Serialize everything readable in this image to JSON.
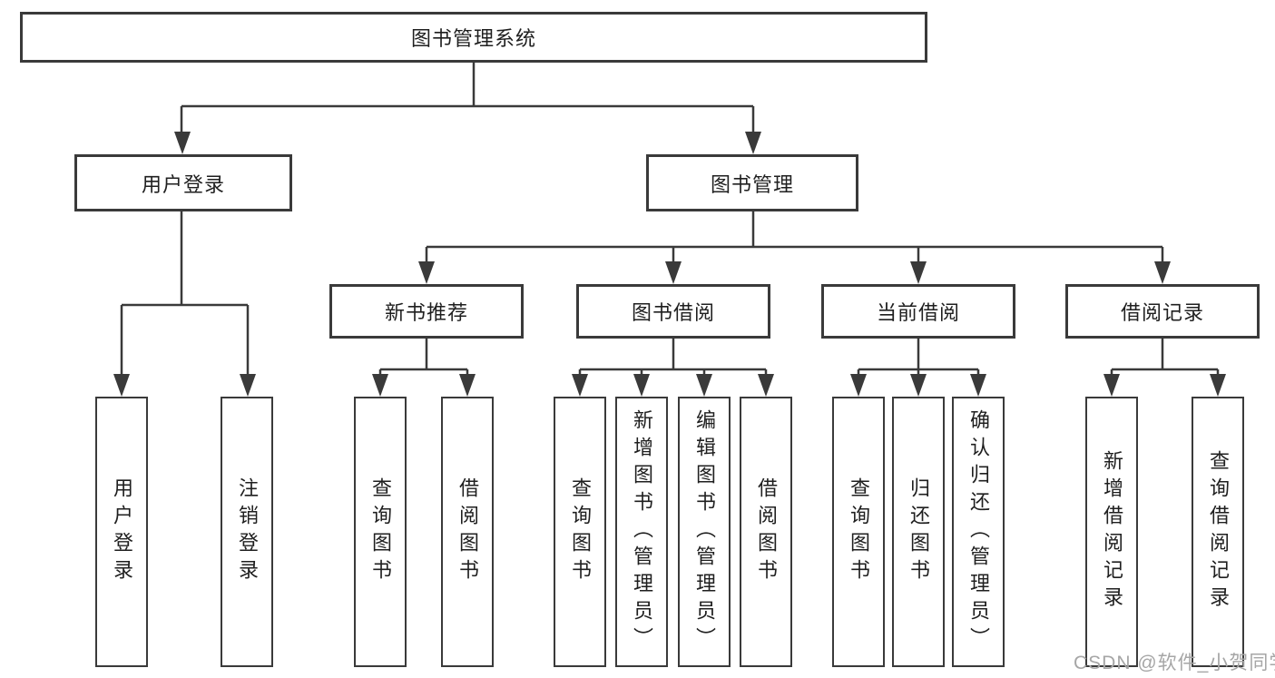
{
  "diagram": {
    "root": {
      "label": "图书管理系统"
    },
    "branches": [
      {
        "label": "用户登录"
      },
      {
        "label": "图书管理"
      }
    ],
    "modules": [
      {
        "label": "新书推荐"
      },
      {
        "label": "图书借阅"
      },
      {
        "label": "当前借阅"
      },
      {
        "label": "借阅记录"
      }
    ],
    "leaves": [
      {
        "label": "用户登录"
      },
      {
        "label": "注销登录"
      },
      {
        "label": "查询图书"
      },
      {
        "label": "借阅图书"
      },
      {
        "label": "查询图书"
      },
      {
        "label": "新增图书（管理员）"
      },
      {
        "label": "编辑图书（管理员）"
      },
      {
        "label": "借阅图书"
      },
      {
        "label": "查询图书"
      },
      {
        "label": "归还图书"
      },
      {
        "label": "确认归还（管理员）"
      },
      {
        "label": "新增借阅记录"
      },
      {
        "label": "查询借阅记录"
      }
    ]
  },
  "watermark": {
    "text": "CSDN @软件_小贺同学"
  },
  "colors": {
    "line": "#3a3a3a",
    "box_border": "#3a3a3a",
    "text": "#1f1f1f",
    "watermark": "#a6a6a6",
    "background": "#ffffff"
  }
}
